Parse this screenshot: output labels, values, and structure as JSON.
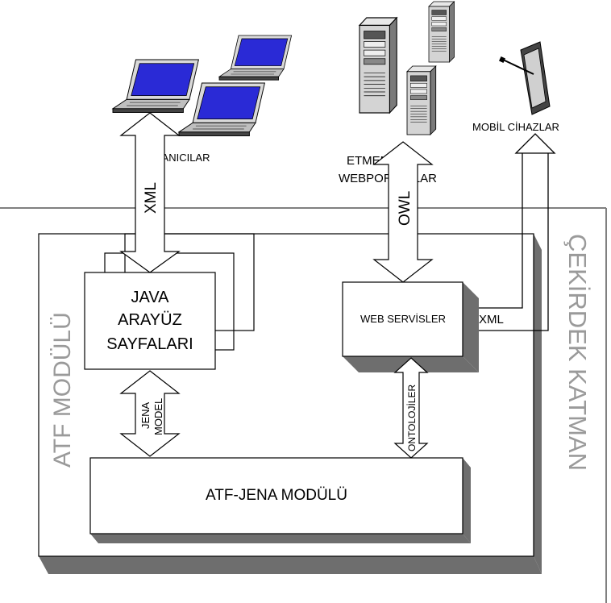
{
  "labels": {
    "kullanicilar": "KULLANICILAR",
    "etmenler_line1": "ETMENLER,",
    "etmenler_line2": "WEBPORTALLAR",
    "mobil": "MOBİL CİHAZLAR",
    "xml_vertical": "XML",
    "owl_vertical": "OWL",
    "xml_horizontal": "XML",
    "cekirdek_katman": "ÇEKİRDEK KATMAN",
    "atf_modulu": "ATF MODÜLÜ",
    "java_line1": "JAVA",
    "java_line2": "ARAYÜZ",
    "java_line3": "SAYFALARI",
    "web_servisler": "WEB SERVİSLER",
    "jena_model_line1": "JENA",
    "jena_model_line2": "MODEL",
    "ontolojiler": "ONTOLOJİLER",
    "atf_jena": "ATF-JENA MODÜLÜ"
  },
  "icons": {
    "laptops": [
      "laptop-icon",
      "laptop-icon",
      "laptop-icon"
    ],
    "servers": [
      "server-icon",
      "server-icon",
      "server-icon"
    ],
    "mobile": "mobile-device-icon"
  },
  "colors": {
    "line": "#000000",
    "shadow": "#6e6e6e",
    "layer_line": "#808080",
    "screen": "#2a2ad6",
    "layer_text": "#9a9a9a"
  }
}
